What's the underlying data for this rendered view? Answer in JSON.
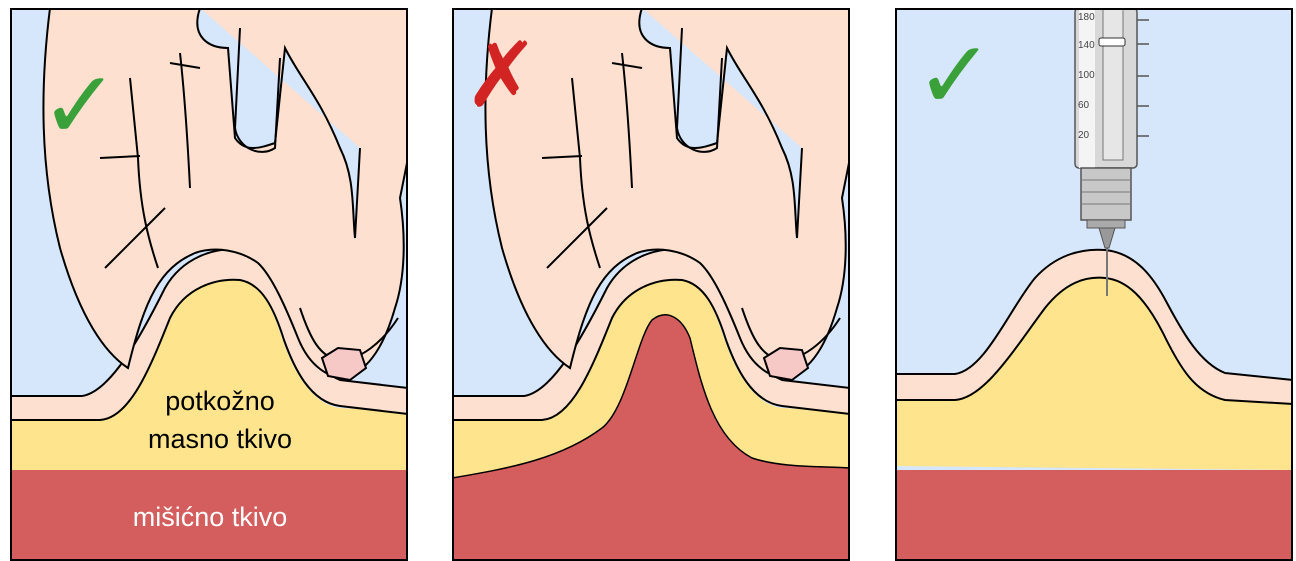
{
  "panels": [
    {
      "verdict": "correct",
      "mark": "✓"
    },
    {
      "verdict": "incorrect",
      "mark": "✗"
    },
    {
      "verdict": "correct",
      "mark": "✓"
    }
  ],
  "labels": {
    "fat_line1": "potkožno",
    "fat_line2": "masno tkivo",
    "muscle": "mišićno tkivo"
  },
  "syringe_ticks": [
    "180",
    "140",
    "100",
    "60",
    "20"
  ],
  "colors": {
    "skin": "#fde0cf",
    "fat": "#fee48c",
    "muscle": "#d45d5e",
    "background": "#d6e6fb",
    "check": "#3aa03a",
    "cross": "#d32424"
  }
}
